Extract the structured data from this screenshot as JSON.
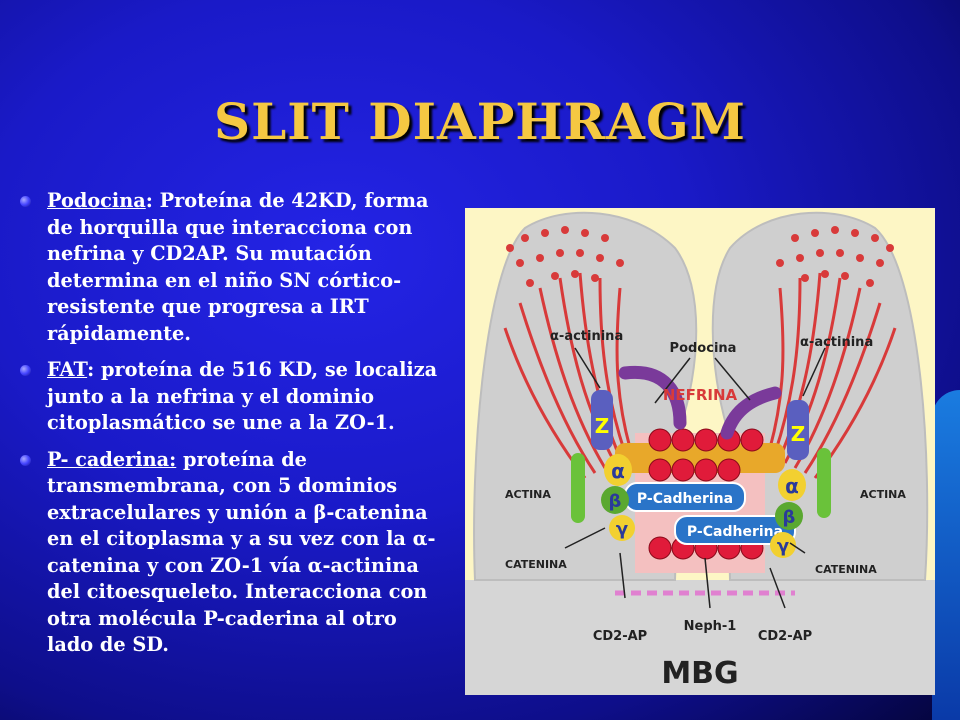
{
  "slide": {
    "title": "SLIT DIAPHRAGM",
    "bullets": [
      {
        "term": " Podocina",
        "text": ": Proteína de 42KD, forma de horquilla que interacciona con nefrina y CD2AP. Su mutación determina en el niño SN córtico-resistente que progresa a IRT rápidamente."
      },
      {
        "term": "FAT",
        "text": ": proteína de 516 KD, se localiza junto a la nefrina y el dominio citoplasmático se une a la ZO-1."
      },
      {
        "term": "P- caderina:",
        "text": " proteína de transmembrana, con 5 dominios extracelulares y unión a β-catenina en el citoplasma y a su vez con la α-catenina  y con ZO-1 vía α-actinina del citoesqueleto. Interacciona con otra molécula P-caderina al otro lado de SD."
      }
    ]
  },
  "figure": {
    "labels": {
      "alpha_actinina_left": "α-actinina",
      "podocina": "Podocina",
      "alpha_actinina_right": "α-actinina",
      "nefrina": "NEFRINA",
      "actina_left": "ACTINA",
      "actina_right": "ACTINA",
      "catenina_left": "CATENINA",
      "catenina_right": "CATENINA",
      "p_cadherina_1": "P-Cadherina",
      "p_cadherina_2": "P-Cadherina",
      "cd2ap_left": "CD2-AP",
      "neph1": "Neph-1",
      "cd2ap_right": "CD2-AP",
      "mbg": "MBG",
      "z_left": "Z",
      "z_right": "Z",
      "alpha_left": "α",
      "beta_left": "β",
      "gamma_left": "γ",
      "alpha_right": "α",
      "beta_right": "β",
      "gamma_right": "γ"
    }
  }
}
